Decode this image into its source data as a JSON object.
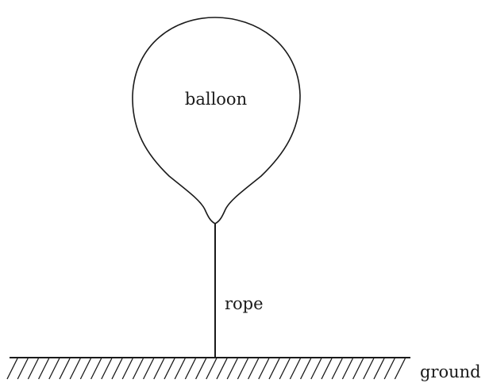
{
  "diagram": {
    "labels": {
      "balloon": "balloon",
      "rope": "rope",
      "ground": "ground"
    },
    "colors": {
      "ink": "#1a1a1a",
      "background": "#ffffff"
    }
  }
}
